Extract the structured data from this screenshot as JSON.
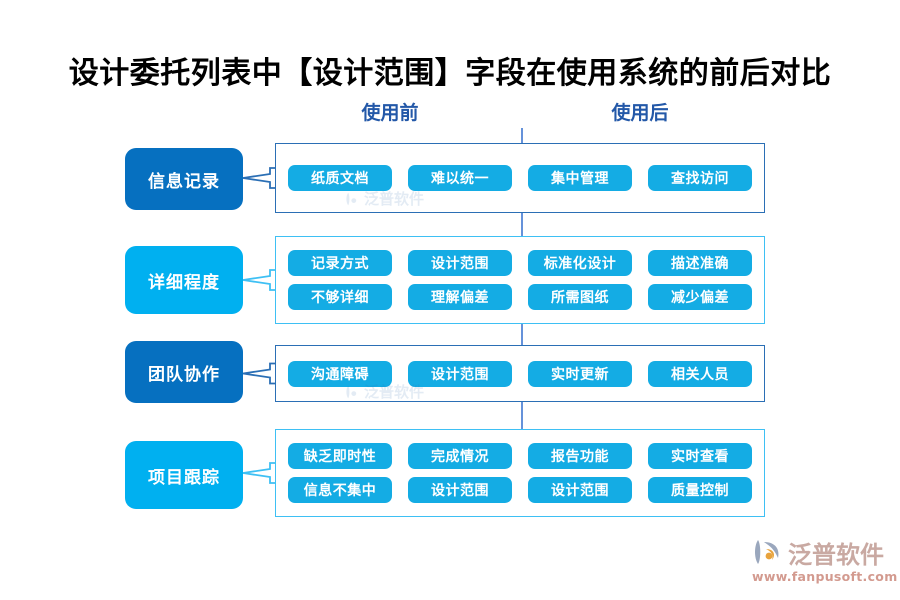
{
  "title": "设计委托列表中【设计范围】字段在使用系统的前后对比",
  "columns": {
    "before": "使用前",
    "after": "使用后"
  },
  "colors": {
    "dark_blue": "#0670c0",
    "light_blue": "#00b0f0",
    "pill_blue": "#14ace4",
    "header_blue": "#2358a8",
    "divider_blue": "#4a7fd4"
  },
  "rows": [
    {
      "label": "信息记录",
      "tone": "dark",
      "before": [
        "纸质文档",
        "难以统一"
      ],
      "after": [
        "集中管理",
        "查找访问"
      ]
    },
    {
      "label": "详细程度",
      "tone": "light",
      "before": [
        "记录方式",
        "设计范围",
        "不够详细",
        "理解偏差"
      ],
      "after": [
        "标准化设计",
        "描述准确",
        "所需图纸",
        "减少偏差"
      ]
    },
    {
      "label": "团队协作",
      "tone": "dark",
      "before": [
        "沟通障碍",
        "设计范围"
      ],
      "after": [
        "实时更新",
        "相关人员"
      ]
    },
    {
      "label": "项目跟踪",
      "tone": "light",
      "before": [
        "缺乏即时性",
        "完成情况",
        "信息不集中",
        "设计范围"
      ],
      "after": [
        "报告功能",
        "实时查看",
        "设计范围",
        "质量控制"
      ]
    }
  ],
  "logo": {
    "name": "泛普软件",
    "url": "www.fanpusoft.com"
  }
}
